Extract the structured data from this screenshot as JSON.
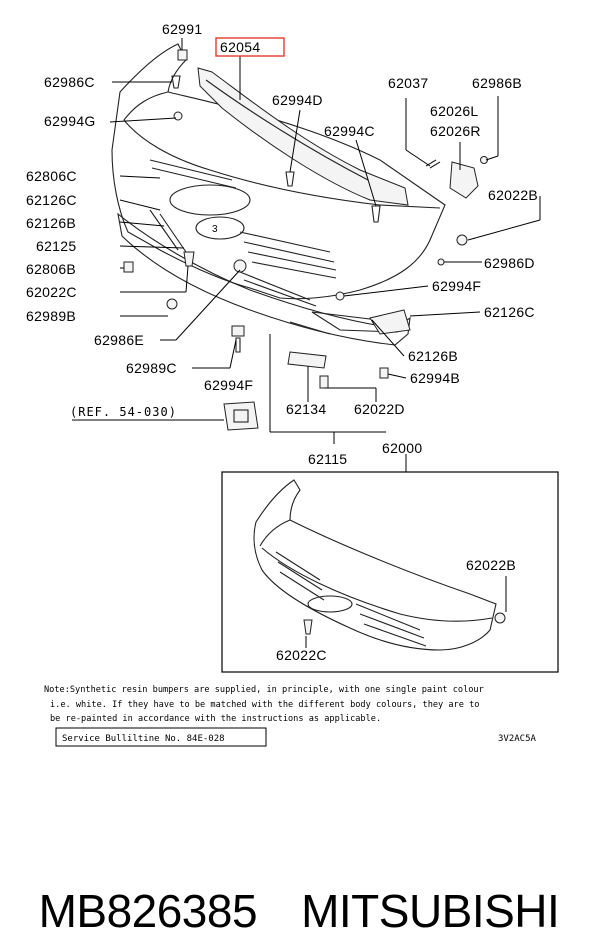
{
  "callouts": {
    "p62991": "62991",
    "p62054": "62054",
    "p62986C": "62986C",
    "p62994D": "62994D",
    "p62037": "62037",
    "p62986B_top": "62986B",
    "p62994G": "62994G",
    "p62026L": "62026L",
    "p62026R": "62026R",
    "p62994C": "62994C",
    "p62806C": "62806C",
    "p62126C_left": "62126C",
    "p62022B_top": "62022B",
    "p62126B_left": "62126B",
    "p62125": "62125",
    "p62986D": "62986D",
    "p62806B": "62806B",
    "p62994F_right": "62994F",
    "p62022C_left": "62022C",
    "p62989B": "62989B",
    "p62126C_right": "62126C",
    "p62986E": "62986E",
    "p62126B_right": "62126B",
    "p62989C": "62989C",
    "p62994B": "62994B",
    "p62994F_low": "62994F",
    "ref": "(REF. 54-030)",
    "p62134": "62134",
    "p62022D": "62022D",
    "p62115": "62115",
    "p62000": "62000",
    "p62022B_box": "62022B",
    "p62022C_box": "62022C"
  },
  "highlight_color": "#e8392e",
  "note": {
    "line1": "Note:Synthetic resin bumpers are supplied, in principle, with one single paint colour",
    "line2": "i.e. white. If they have to be matched with the different body colours, they are to",
    "line3": "be re-painted in accordance with the instructions as applicable."
  },
  "service_bulletin": "Service Bulliltine No. 84E-028",
  "diagram_code": "3V2AC5A",
  "part_number": "MB826385",
  "brand": "MITSUBISHI"
}
